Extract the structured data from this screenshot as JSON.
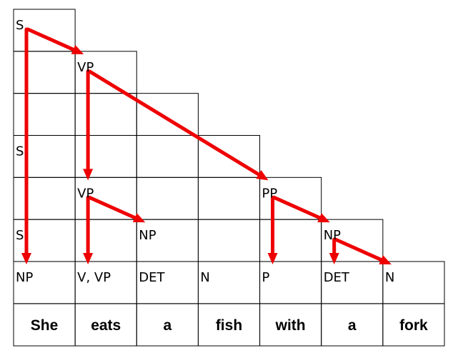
{
  "words": [
    "She",
    "eats",
    "a",
    "fish",
    "with",
    "a",
    "fork"
  ],
  "cells": [
    {
      "col": 0,
      "row": 0,
      "label": "S"
    },
    {
      "col": 1,
      "row": 1,
      "label": "VP"
    },
    {
      "col": 0,
      "row": 3,
      "label": "S"
    },
    {
      "col": 1,
      "row": 4,
      "label": "VP"
    },
    {
      "col": 4,
      "row": 4,
      "label": "PP"
    },
    {
      "col": 0,
      "row": 5,
      "label": "S"
    },
    {
      "col": 2,
      "row": 5,
      "label": "NP"
    },
    {
      "col": 5,
      "row": 5,
      "label": "NP"
    },
    {
      "col": 0,
      "row": 6,
      "label": "NP"
    },
    {
      "col": 1,
      "row": 6,
      "label": "V, VP"
    },
    {
      "col": 2,
      "row": 6,
      "label": "DET"
    },
    {
      "col": 3,
      "row": 6,
      "label": "N"
    },
    {
      "col": 4,
      "row": 6,
      "label": "P"
    },
    {
      "col": 5,
      "row": 6,
      "label": "DET"
    },
    {
      "col": 6,
      "row": 6,
      "label": "N"
    }
  ],
  "arrows": [
    {
      "from": [
        0,
        0
      ],
      "to": [
        1,
        1
      ]
    },
    {
      "from": [
        0,
        0
      ],
      "to": [
        0,
        6
      ]
    },
    {
      "from": [
        1,
        1
      ],
      "to": [
        1,
        4
      ]
    },
    {
      "from": [
        1,
        1
      ],
      "to": [
        4,
        4
      ]
    },
    {
      "from": [
        1,
        4
      ],
      "to": [
        1,
        6
      ]
    },
    {
      "from": [
        1,
        4
      ],
      "to": [
        2,
        5
      ]
    },
    {
      "from": [
        4,
        4
      ],
      "to": [
        4,
        6
      ]
    },
    {
      "from": [
        4,
        4
      ],
      "to": [
        5,
        5
      ]
    },
    {
      "from": [
        5,
        5
      ],
      "to": [
        5,
        6
      ]
    },
    {
      "from": [
        5,
        5
      ],
      "to": [
        6,
        6
      ]
    }
  ],
  "colors": {
    "arrow": "#ee0000",
    "grid": "#000000"
  }
}
